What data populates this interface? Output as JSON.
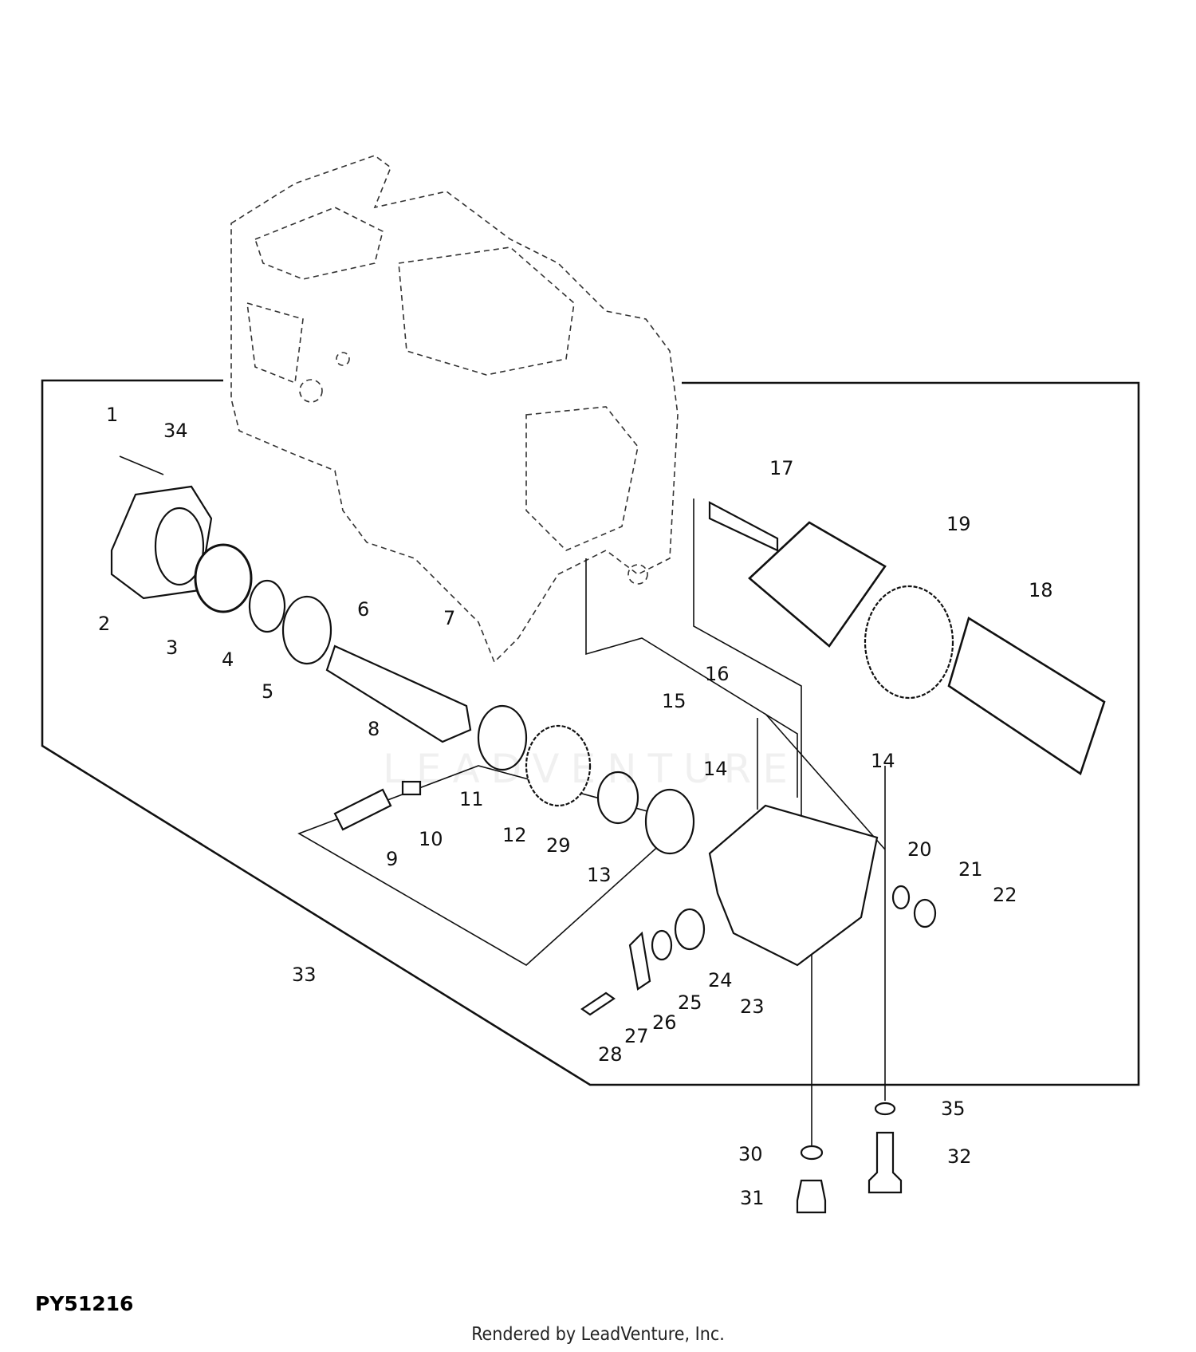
{
  "diagram": {
    "figure_id": "PY51216",
    "footer": "Rendered by LeadVenture, Inc.",
    "watermark": "LEADVENTURE",
    "callouts": [
      "1",
      "34",
      "2",
      "3",
      "4",
      "5",
      "6",
      "7",
      "8",
      "11",
      "12",
      "9",
      "10",
      "29",
      "13",
      "17",
      "19",
      "18",
      "16",
      "15",
      "14",
      "14",
      "20",
      "21",
      "22",
      "23",
      "24",
      "25",
      "26",
      "27",
      "28",
      "33",
      "35",
      "30",
      "32",
      "31"
    ]
  }
}
